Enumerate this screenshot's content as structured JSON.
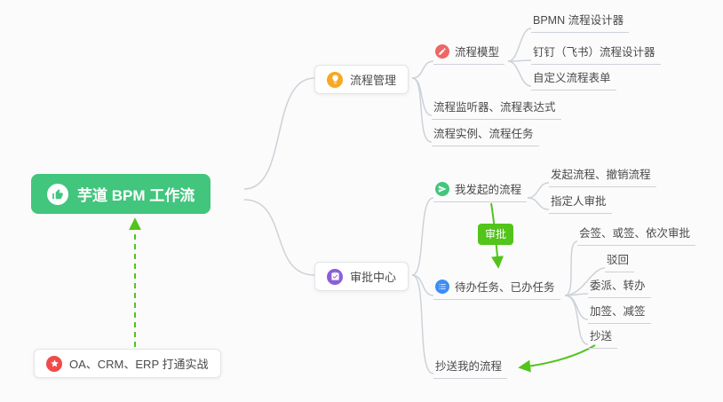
{
  "colors": {
    "canvas_bg": "#fbfbfb",
    "root_bg": "#42c57d",
    "connector": "#cdd2d9",
    "arrow_green": "#52c41a",
    "icon_orange": "#f7a824",
    "icon_red": "#ee6666",
    "icon_purple": "#8a5fd6",
    "icon_green": "#42c57d",
    "icon_blue": "#3d8df5",
    "icon_red_star": "#ef4b4b",
    "text": "#4a4a4a"
  },
  "root": {
    "label": "芋道 BPM 工作流"
  },
  "nodes": {
    "process_management": "流程管理",
    "process_model": "流程模型",
    "bpmn_designer": "BPMN 流程设计器",
    "dingtalk_designer": "钉钉（飞书）流程设计器",
    "custom_form": "自定义流程表单",
    "listener_expression": "流程监听器、流程表达式",
    "instance_task": "流程实例、流程任务",
    "approval_center": "审批中心",
    "my_initiated": "我发起的流程",
    "initiate_cancel": "发起流程、撤销流程",
    "designated_approver": "指定人审批",
    "todo_done": "待办任务、已办任务",
    "countersign": "会签、或签、依次审批",
    "reject": "驳回",
    "delegate_transfer": "委派、转办",
    "add_remove_sign": "加签、减签",
    "cc": "抄送",
    "cc_my_process": "抄送我的流程",
    "integration": "OA、CRM、ERP 打通实战"
  },
  "badges": {
    "approval": "审批"
  }
}
